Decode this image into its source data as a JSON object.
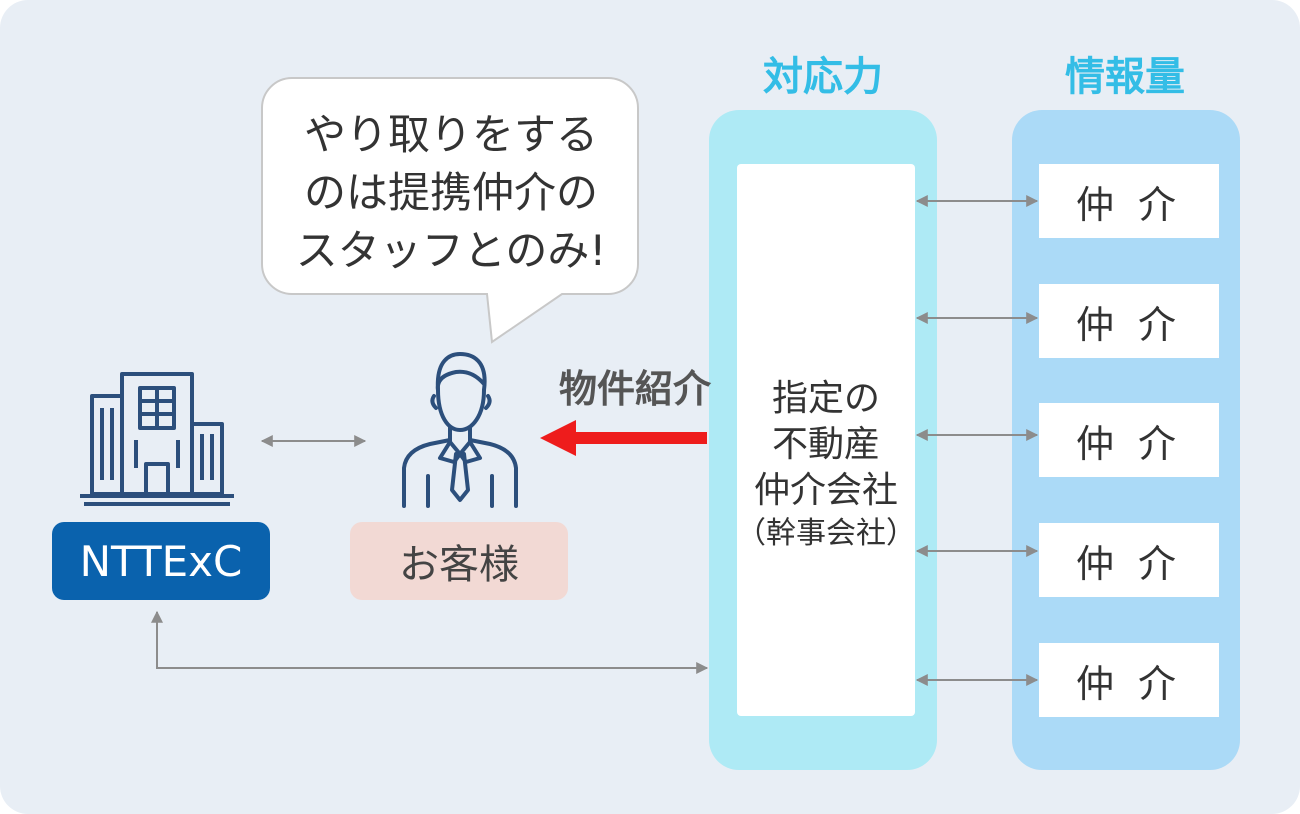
{
  "headings": {
    "response": "対応力",
    "information": "情報量"
  },
  "center_box": {
    "lines": [
      "指定の",
      "不動産",
      "仲介会社"
    ],
    "sub": "（幹事会社）"
  },
  "brokers": [
    "仲 介",
    "仲 介",
    "仲 介",
    "仲 介",
    "仲 介"
  ],
  "speech_bubble": {
    "lines": [
      "やり取りをする",
      "のは提携仲介の",
      "スタッフとのみ!"
    ]
  },
  "arrow_label": "物件紹介",
  "company_label": "NTTExC",
  "customer_label": "お客様",
  "colors": {
    "background": "#e8eef5",
    "heading": "#33bde6",
    "response_column": "#aeeaf5",
    "information_column": "#abdaf7",
    "company_badge": "#0a62ad",
    "customer_badge": "#f2d9d4",
    "red_arrow": "#ee1c1c",
    "connector": "#8c8c8c",
    "icon": "#2c4f7c"
  },
  "icons": [
    "building-icon",
    "businessman-icon"
  ]
}
